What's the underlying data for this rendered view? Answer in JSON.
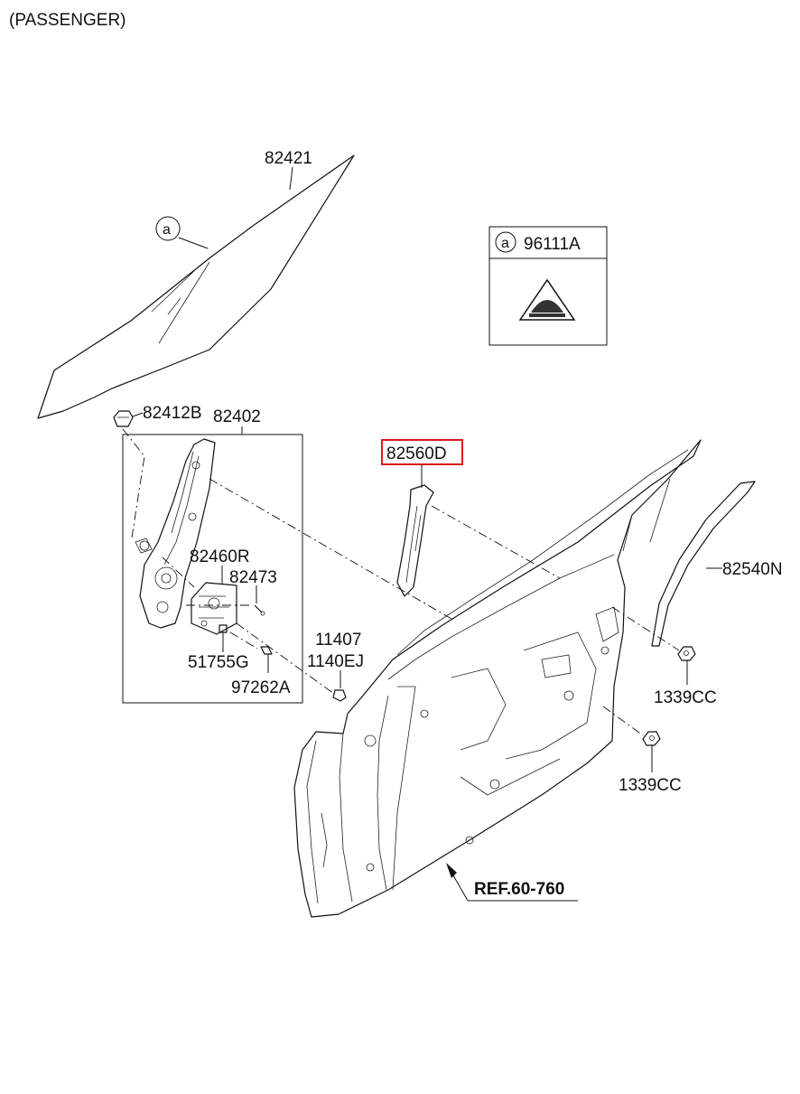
{
  "header": {
    "variant": "(PASSENGER)"
  },
  "parts": {
    "glass": "82421",
    "glass_callout": "a",
    "clip": "82412B",
    "regulator_assy": "82402",
    "motor": "82460R",
    "screw_82473": "82473",
    "bolt_51755g": "51755G",
    "connector_97262a": "97262A",
    "bolt_11407": "11407",
    "bolt_1140ej": "1140EJ",
    "channel": "82560D",
    "run_channel": "82540N",
    "nut_upper": "1339CC",
    "nut_lower": "1339CC",
    "reference": "REF.60-760"
  },
  "legend_box": {
    "callout": "a",
    "part": "96111A"
  },
  "highlight_color": "#e0191f"
}
